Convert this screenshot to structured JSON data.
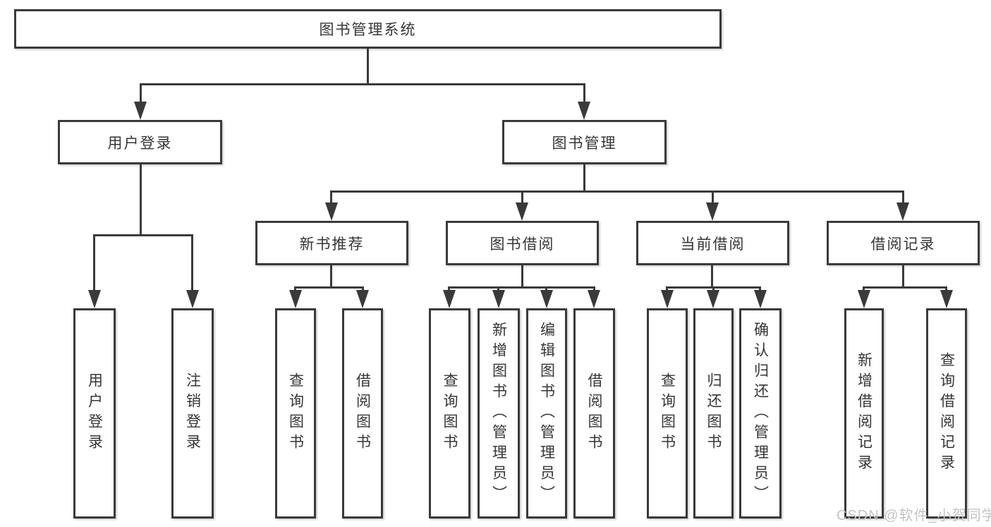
{
  "diagram_title": "图书管理系统",
  "colors": {
    "line": "#3a3a3a",
    "node_border": "#3a3a3a",
    "node_text": "#363636",
    "node_background": "#ffffff",
    "page_background": "#ffffff",
    "watermark": "#c4c4c4"
  },
  "root": {
    "label": "图书管理系统"
  },
  "branches": [
    {
      "label": "用户登录",
      "children": [
        {
          "label": "用户登录"
        },
        {
          "label": "注销登录"
        }
      ]
    },
    {
      "label": "图书管理",
      "children": [
        {
          "label": "新书推荐",
          "children": [
            {
              "label": "查询图书"
            },
            {
              "label": "借阅图书"
            }
          ]
        },
        {
          "label": "图书借阅",
          "children": [
            {
              "label": "查询图书"
            },
            {
              "label": "新增图书（管理员）"
            },
            {
              "label": "编辑图书（管理员）"
            },
            {
              "label": "借阅图书"
            }
          ]
        },
        {
          "label": "当前借阅",
          "children": [
            {
              "label": "查询图书"
            },
            {
              "label": "归还图书"
            },
            {
              "label": "确认归还（管理员）"
            }
          ]
        },
        {
          "label": "借阅记录",
          "children": [
            {
              "label": "新增借阅记录"
            },
            {
              "label": "查询借阅记录"
            }
          ]
        }
      ]
    }
  ],
  "watermark": {
    "text": "CSDN @软件_小贺同学"
  }
}
